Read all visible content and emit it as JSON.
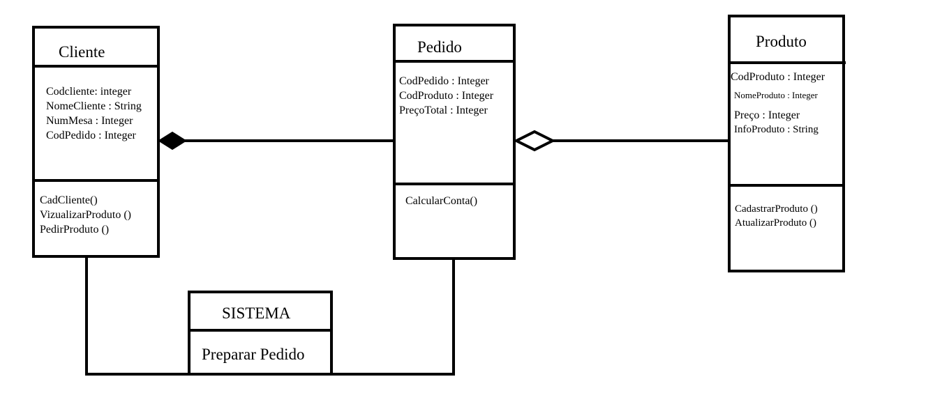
{
  "classes": {
    "cliente": {
      "name": "Cliente",
      "attributes": [
        "Codcliente: integer",
        "NomeCliente : String",
        "NumMesa : Integer",
        "CodPedido : Integer"
      ],
      "methods": [
        "CadCliente()",
        "VizualizarProduto ()",
        "PedirProduto ()"
      ]
    },
    "pedido": {
      "name": "Pedido",
      "attributes": [
        "CodPedido : Integer",
        "CodProduto : Integer",
        "PreçoTotal : Integer"
      ],
      "methods": [
        "CalcularConta()"
      ]
    },
    "produto": {
      "name": "Produto",
      "attributes": [
        "CodProduto : Integer",
        "NomeProduto : Integer",
        "Preço : Integer",
        "InfoProduto : String"
      ],
      "methods": [
        "CadastrarProduto ()",
        "AtualizarProduto ()"
      ]
    },
    "sistema": {
      "name": "SISTEMA",
      "methods": [
        "Preparar Pedido"
      ]
    }
  },
  "relations": [
    {
      "from": "Cliente",
      "to": "Pedido",
      "type": "composition"
    },
    {
      "from": "Pedido",
      "to": "Produto",
      "type": "aggregation"
    },
    {
      "from": "Cliente",
      "to": "Pedido",
      "type": "association",
      "via": "SISTEMA"
    }
  ]
}
